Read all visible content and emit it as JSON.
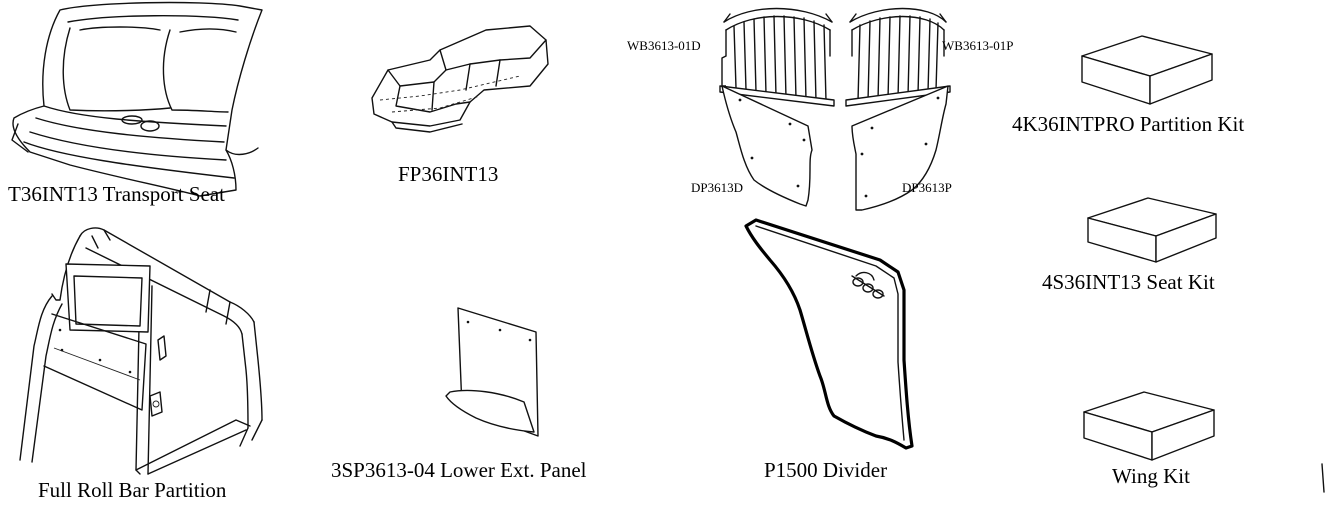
{
  "parts": {
    "transport_seat": "T36INT13 Transport Seat",
    "floor_pan": "FP36INT13",
    "window_bar_driver": "WB3613-01D",
    "window_bar_passenger": "WB3613-01P",
    "door_panel_driver": "DP3613D",
    "door_panel_passenger": "DP3613P",
    "partition_kit": "4K36INTPRO Partition Kit",
    "seat_kit": "4S36INT13 Seat Kit",
    "roll_bar": "Full Roll Bar Partition",
    "lower_panel": "3SP3613-04 Lower Ext. Panel",
    "divider": "P1500 Divider",
    "wing_kit": "Wing Kit"
  }
}
